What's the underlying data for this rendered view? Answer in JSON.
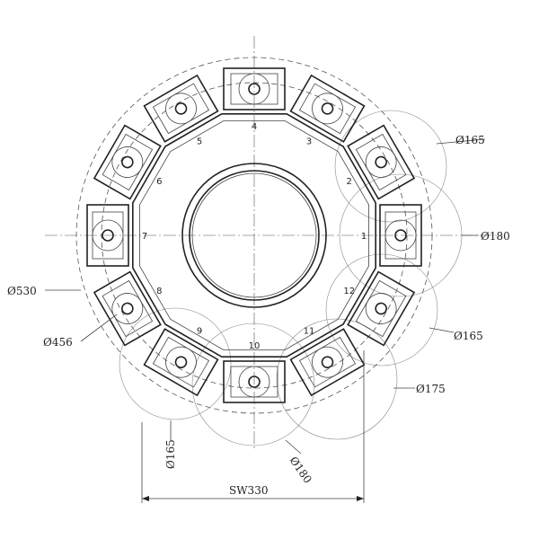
{
  "dimensions": {
    "d530": "Ø530",
    "d456": "Ø456",
    "d165_top": "Ø165",
    "d180_right": "Ø180",
    "d165_right": "Ø165",
    "d175": "Ø175",
    "d180_bottom": "Ø180",
    "d165_bottom": "Ø165",
    "sw": "SW330"
  },
  "stations": [
    "1",
    "2",
    "3",
    "4",
    "5",
    "6",
    "7",
    "8",
    "9",
    "10",
    "11",
    "12"
  ]
}
